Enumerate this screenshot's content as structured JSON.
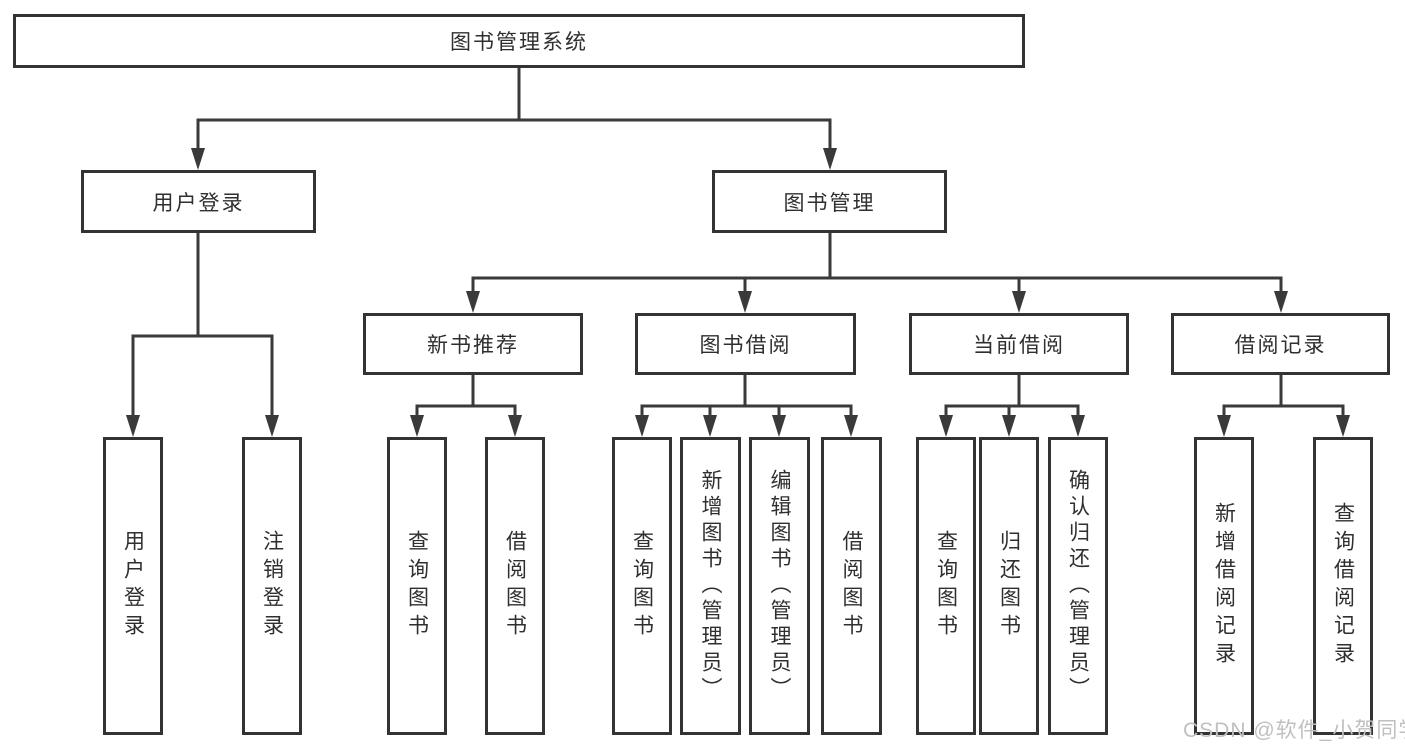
{
  "colors": {
    "line": "#3a3a3a",
    "border": "#333333",
    "text": "#2f2f2f",
    "bg": "#ffffff",
    "watermark": "#c0c0c0"
  },
  "nodes": {
    "root": "图书管理系统",
    "user_login_group": "用户登录",
    "book_mgmt_group": "图书管理",
    "new_book_rec": "新书推荐",
    "book_borrow": "图书借阅",
    "current_borrow": "当前借阅",
    "borrow_records": "借阅记录",
    "leaf_user_login": "用户登录",
    "leaf_logout": "注销登录",
    "leaf_query_book_rec": "查询图书",
    "leaf_borrow_book_rec": "借阅图书",
    "leaf_query_book_borrow": "查询图书",
    "leaf_add_book_admin": "新增图书（管理员）",
    "leaf_edit_book_admin": "编辑图书（管理员）",
    "leaf_borrow_book_borrow": "借阅图书",
    "leaf_query_book_current": "查询图书",
    "leaf_return_book": "归还图书",
    "leaf_confirm_return_admin": "确认归还（管理员）",
    "leaf_add_borrow_record": "新增借阅记录",
    "leaf_query_borrow_record": "查询借阅记录"
  },
  "watermark": "CSDN @软件_小贺同学"
}
